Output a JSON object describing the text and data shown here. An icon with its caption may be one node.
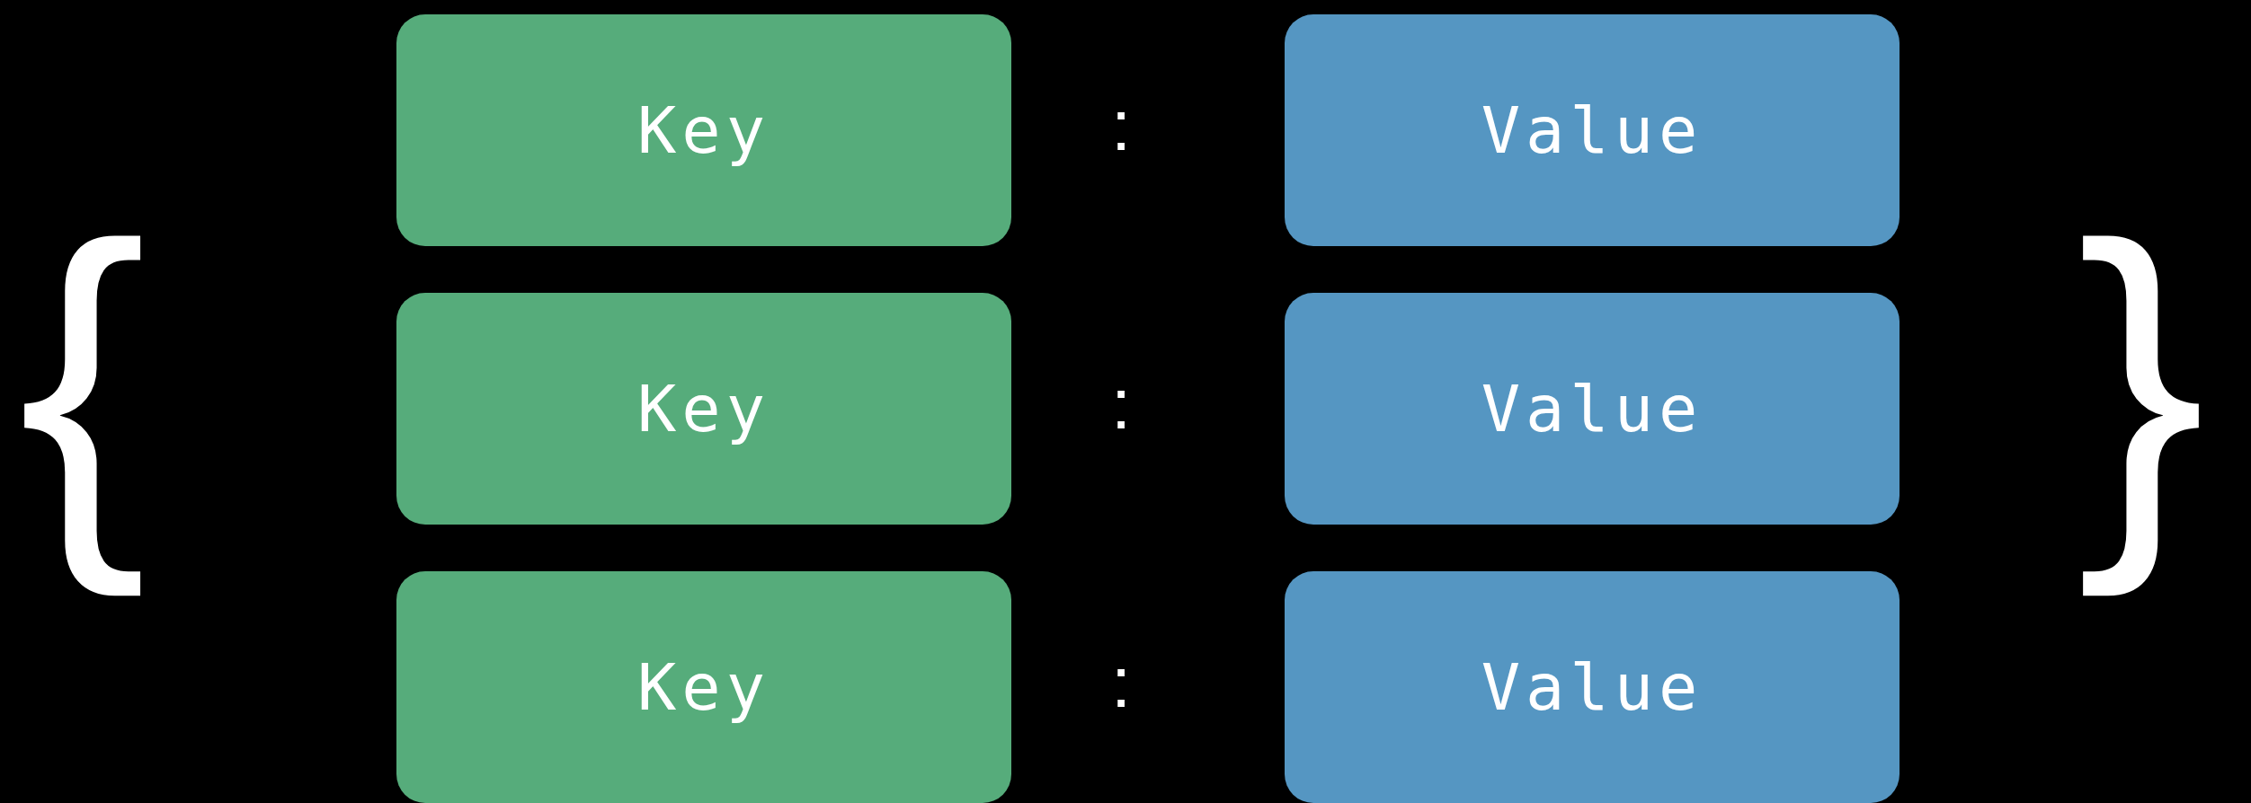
{
  "diagram": {
    "nodes": [
      {
        "text": [
          "Key"
        ]
      },
      {
        "text": [
          "Value"
        ]
      },
      {
        "text": [
          "Key"
        ]
      },
      {
        "text": [
          "Value"
        ]
      },
      {
        "text": [
          "Key"
        ]
      },
      {
        "text": [
          "Value"
        ]
      }
    ],
    "labels": [
      "{",
      ":",
      ":",
      ":",
      "}"
    ]
  }
}
